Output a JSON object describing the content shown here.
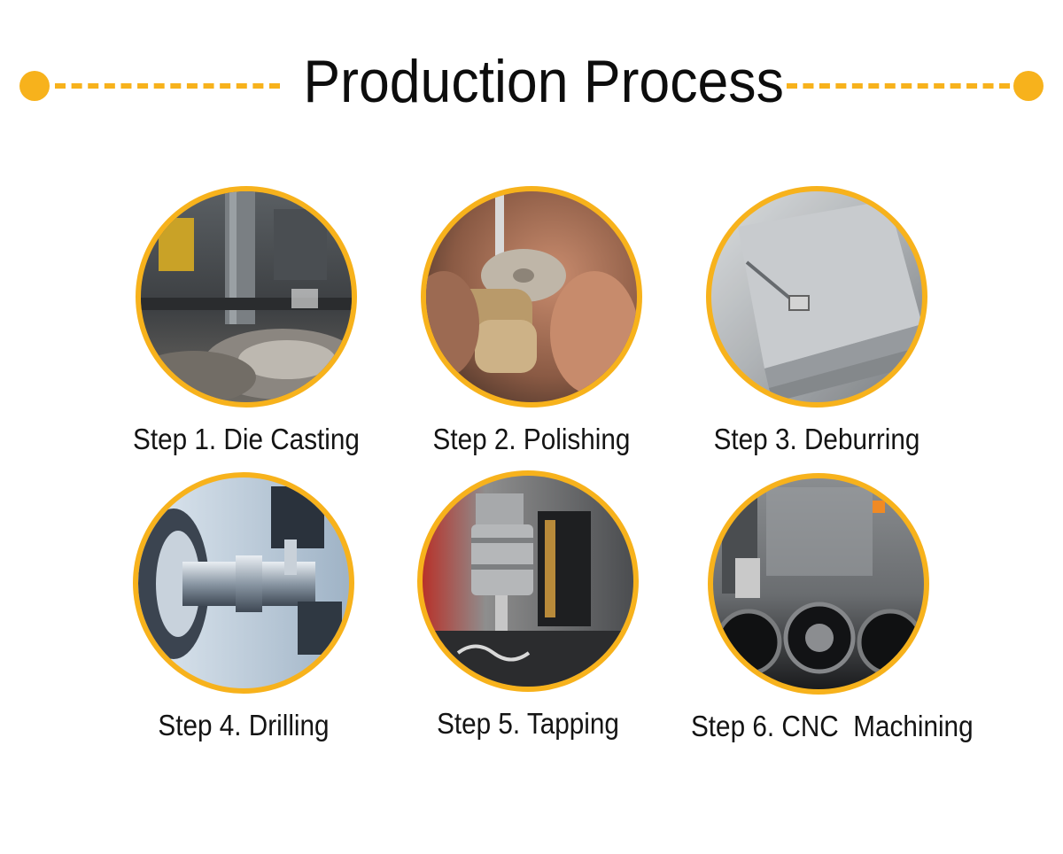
{
  "header": {
    "title": "Production Process"
  },
  "colors": {
    "accent": "#f7b21c",
    "text": "#111111",
    "background": "#ffffff"
  },
  "steps": [
    {
      "label": "Step 1. Die Casting",
      "photo": "die-casting-photo"
    },
    {
      "label": "Step 2. Polishing",
      "photo": "polishing-photo"
    },
    {
      "label": "Step 3. Deburring",
      "photo": "deburring-photo"
    },
    {
      "label": "Step 4. Drilling",
      "photo": "drilling-photo"
    },
    {
      "label": "Step 5. Tapping",
      "photo": "tapping-photo"
    },
    {
      "label": "Step 6. CNC  Machining",
      "photo": "cnc-machining-photo"
    }
  ]
}
